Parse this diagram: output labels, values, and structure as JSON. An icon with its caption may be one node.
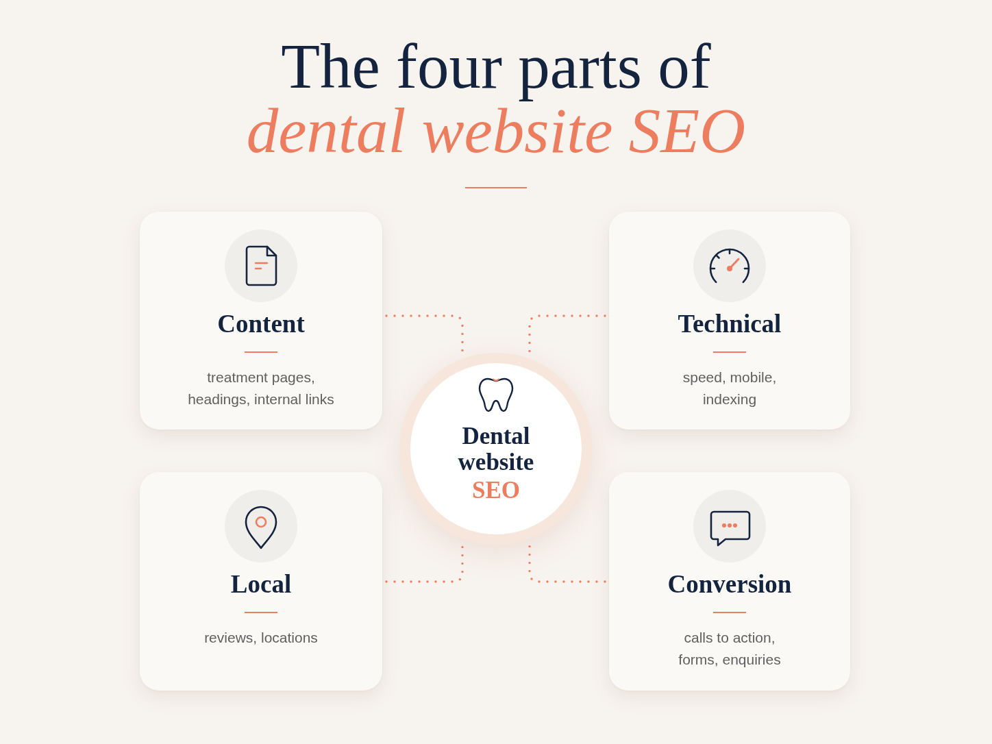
{
  "diagram": {
    "title": "The four parts of *dental website SEO*",
    "nodes": [
      {
        "text": [
          "Content",
          "treatment pages, headings, internal links"
        ]
      },
      {
        "text": [
          "Technical",
          "speed, mobile, indexing"
        ]
      },
      {
        "text": [
          "Dental website",
          "SEO"
        ]
      },
      {
        "text": [
          "Local",
          "reviews, locations"
        ]
      },
      {
        "text": [
          "Conversion",
          "calls to action, forms, enquiries"
        ]
      }
    ],
    "edges": [
      {
        "from": 0,
        "to": 2,
        "arrow": "none"
      },
      {
        "from": 1,
        "to": 2,
        "arrow": "none"
      },
      {
        "from": 3,
        "to": 2,
        "arrow": "none"
      },
      {
        "from": 4,
        "to": 2,
        "arrow": "none"
      }
    ]
  }
}
